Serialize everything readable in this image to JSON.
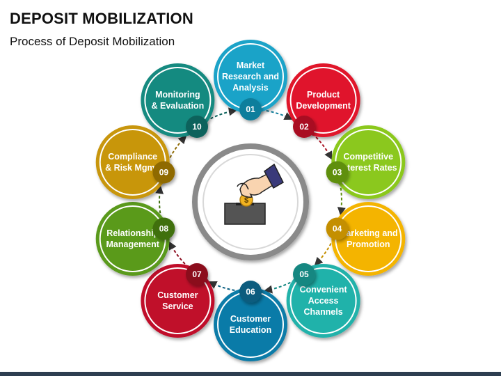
{
  "header": {
    "title": "DEPOSIT MOBILIZATION",
    "subtitle": "Process of Deposit Mobilization"
  },
  "center": {
    "icon": "hand-inserting-coin-into-box-icon",
    "coin_symbol": "$"
  },
  "steps": [
    {
      "number": "01",
      "lines": [
        "Market",
        "Research and",
        "Analysis"
      ],
      "color": "#1aa3c8",
      "dark": "#0f7e9c"
    },
    {
      "number": "02",
      "lines": [
        "Product",
        "Development"
      ],
      "color": "#e0142c",
      "dark": "#a90f20"
    },
    {
      "number": "03",
      "lines": [
        "Competitive",
        "Interest Rates"
      ],
      "color": "#8bc81e",
      "dark": "#5f8f10"
    },
    {
      "number": "04",
      "lines": [
        "Marketing and",
        "Promotion"
      ],
      "color": "#f4b400",
      "dark": "#c48f00"
    },
    {
      "number": "05",
      "lines": [
        "Convenient",
        "Access",
        "Channels"
      ],
      "color": "#20b2aa",
      "dark": "#148781"
    },
    {
      "number": "06",
      "lines": [
        "Customer",
        "Education"
      ],
      "color": "#0a7ba8",
      "dark": "#075c7e"
    },
    {
      "number": "07",
      "lines": [
        "Customer",
        "Service"
      ],
      "color": "#c0102a",
      "dark": "#8b0b1e"
    },
    {
      "number": "08",
      "lines": [
        "Relationship",
        "Management"
      ],
      "color": "#5a9a1a",
      "dark": "#3f7010"
    },
    {
      "number": "09",
      "lines": [
        "Compliance",
        "& Risk Mgmt."
      ],
      "color": "#c8960a",
      "dark": "#8f6b05"
    },
    {
      "number": "10",
      "lines": [
        "Monitoring",
        "& Evaluation"
      ],
      "color": "#148a80",
      "dark": "#0c625b"
    }
  ]
}
